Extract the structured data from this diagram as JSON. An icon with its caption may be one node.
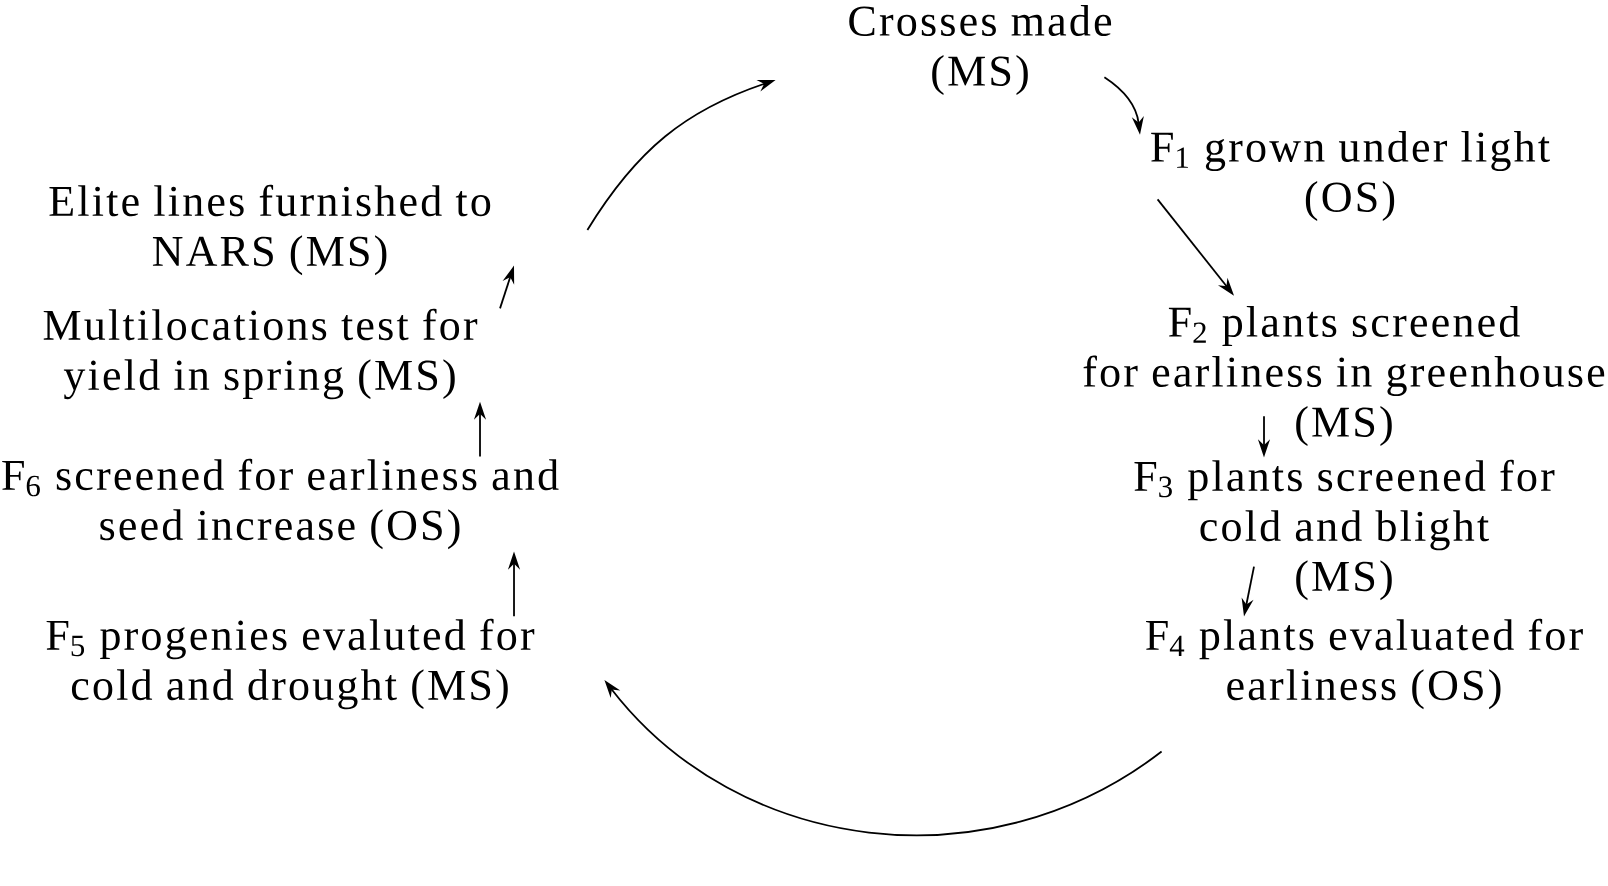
{
  "diagram": {
    "nodes": [
      {
        "text": [
          "Crosses made (MS)"
        ]
      },
      {
        "text": [
          "F$_{1}$ grown under light (OS)"
        ]
      },
      {
        "text": [
          "F$_{2}$ plants screened for earliness in greenhouse (MS)"
        ]
      },
      {
        "text": [
          "F$_{3}$ plants screened for cold and blight (MS)"
        ]
      },
      {
        "text": [
          "F$_{4}$ plants evaluated for earliness (OS)"
        ]
      },
      {
        "text": [
          "F$_{5}$ progenies evaluted for cold and drought (MS)"
        ]
      },
      {
        "text": [
          "F$_{6}$ screened for earliness and seed increase (OS)"
        ]
      },
      {
        "text": [
          "Multilocations test for yield in spring (MS)"
        ]
      },
      {
        "text": [
          "Elite lines furnished to NARS (MS)"
        ]
      }
    ],
    "edges": [
      {
        "from": 8,
        "to": 0,
        "arrow": "to"
      },
      {
        "from": 0,
        "to": 1,
        "arrow": "to"
      },
      {
        "from": 1,
        "to": 2,
        "arrow": "to"
      },
      {
        "from": 2,
        "to": 3,
        "arrow": "to"
      },
      {
        "from": 3,
        "to": 4,
        "arrow": "to"
      },
      {
        "from": 4,
        "to": 5,
        "arrow": "to"
      },
      {
        "from": 5,
        "to": 6,
        "arrow": "to"
      },
      {
        "from": 6,
        "to": 7,
        "arrow": "to"
      },
      {
        "from": 7,
        "to": 8,
        "arrow": "to"
      }
    ]
  }
}
